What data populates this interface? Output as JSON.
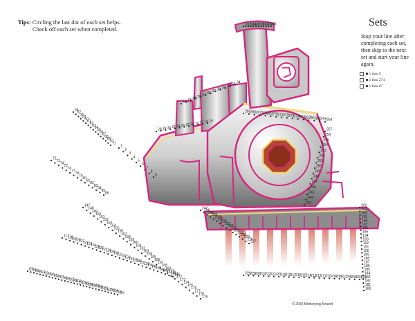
{
  "tips": {
    "label": "Tips:",
    "line1": "Circling the last dot of each set helps.",
    "line2": "Check off each set when completed."
  },
  "sets": {
    "title": "Sets",
    "instructions": "Stop your line after completing each set, then skip to the next set and start your line again.",
    "items": [
      {
        "label": "1 thru 9"
      },
      {
        "label": "1 thru 274"
      },
      {
        "label": "1 thru 67"
      }
    ]
  },
  "copyright": "© 2000 Monkeying Around",
  "colors": {
    "outline": "#d6267f",
    "accent": "#f2d77b",
    "boiler_light": "#e8e8e8",
    "boiler_dark": "#7a7a7a",
    "firebox": "#b5472e",
    "stripes": "#e9a79a"
  },
  "dot_numbers": {
    "stack": [
      "61",
      "62",
      "63",
      "64",
      "60",
      "65",
      "59",
      "66",
      "58",
      "67",
      "44",
      "45",
      "46",
      "47",
      "48",
      "50",
      "51",
      "55",
      "37",
      "38",
      "36",
      "35",
      "33",
      "34"
    ],
    "cab": [
      "28",
      "29",
      "30",
      "31",
      "24",
      "26",
      "22",
      "20",
      "16",
      "17",
      "18",
      "19"
    ],
    "boiler": [
      "265",
      "266",
      "267",
      "268",
      "269",
      "270",
      "271",
      "272",
      "273",
      "274",
      "263",
      "262",
      "261",
      "260",
      "259",
      "258",
      "257",
      "256",
      "255",
      "254",
      "253",
      "252",
      "251",
      "250",
      "249",
      "248",
      "247",
      "246",
      "245",
      "244",
      "243"
    ],
    "front": [
      "242",
      "241",
      "240",
      "239",
      "238",
      "237",
      "236",
      "235",
      "234",
      "233",
      "232",
      "231",
      "230",
      "229",
      "228",
      "227"
    ],
    "wheels": [
      "226",
      "225",
      "224",
      "223",
      "222",
      "221",
      "220",
      "219",
      "218",
      "217",
      "216",
      "215",
      "214",
      "213",
      "212",
      "211",
      "210",
      "209",
      "208",
      "207",
      "206",
      "205",
      "204",
      "203",
      "202",
      "201",
      "200",
      "199",
      "198",
      "197",
      "196",
      "195",
      "194",
      "193",
      "192",
      "191",
      "190",
      "189",
      "188",
      "187",
      "186",
      "185",
      "184",
      "183",
      "182",
      "181",
      "180"
    ],
    "smoke_top": [
      "56",
      "57",
      "58",
      "59",
      "60",
      "61",
      "62",
      "63",
      "64",
      "65",
      "66",
      "67",
      "68",
      "69",
      "70",
      "71",
      "72",
      "73",
      "74",
      "75",
      "76",
      "77",
      "78",
      "79",
      "80",
      "81",
      "82",
      "83",
      "84",
      "85",
      "86"
    ],
    "smoke_bottom": [
      "87",
      "88",
      "89",
      "90",
      "91",
      "92",
      "93",
      "94",
      "95",
      "96",
      "97",
      "98",
      "99",
      "100",
      "101",
      "102",
      "103",
      "104",
      "105",
      "106",
      "107",
      "108",
      "109",
      "110",
      "111",
      "112",
      "113",
      "114",
      "115",
      "116",
      "117",
      "118",
      "119",
      "120",
      "121",
      "122",
      "123",
      "124",
      "125",
      "126",
      "127",
      "128",
      "129",
      "130",
      "131",
      "132",
      "133",
      "134",
      "135",
      "136",
      "137",
      "138",
      "139",
      "140",
      "141",
      "142",
      "143",
      "144",
      "145",
      "146",
      "147",
      "148",
      "149",
      "150",
      "151",
      "152",
      "153",
      "154",
      "155",
      "156",
      "157",
      "158",
      "159",
      "160",
      "161",
      "162",
      "163",
      "164",
      "165",
      "166",
      "167",
      "168",
      "169",
      "170",
      "171",
      "172",
      "173",
      "174",
      "175",
      "176",
      "177",
      "178",
      "179"
    ],
    "loose": [
      "1",
      "2",
      "3",
      "4",
      "5",
      "6",
      "7",
      "8",
      "9"
    ]
  }
}
